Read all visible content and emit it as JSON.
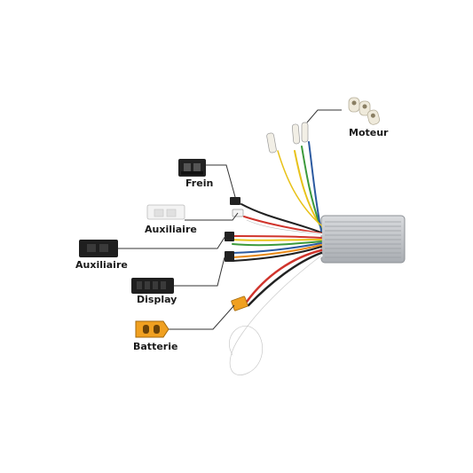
{
  "labels": {
    "moteur": "Moteur",
    "frein": "Frein",
    "auxiliaire_1": "Auxiliaire",
    "auxiliaire_2": "Auxiliaire",
    "display": "Display",
    "batterie": "Batterie"
  },
  "colors": {
    "controller_body": "#b9bcc0",
    "leader_line": "#333333",
    "battery_connector": "#f0a020",
    "wire_red": "#d0342c",
    "wire_yellow": "#e8c21a",
    "wire_green": "#3c9a3c",
    "wire_blue": "#2c5aa0",
    "wire_orange": "#e88a1a",
    "wire_black": "#222222"
  }
}
